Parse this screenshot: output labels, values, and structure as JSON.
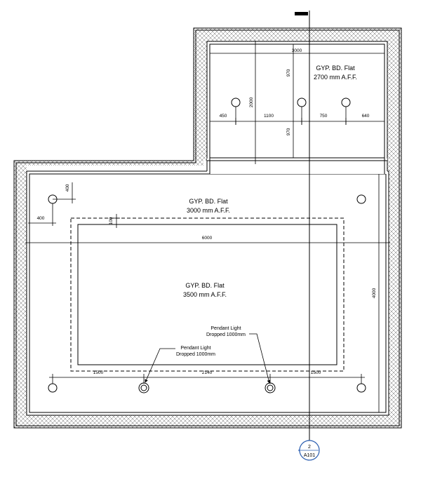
{
  "rooms": {
    "upper": {
      "ceiling": "GYP. BD. Flat",
      "height": "2700 mm  A.F.F."
    },
    "lower": {
      "ceiling": "GYP. BD. Flat",
      "height": "3000 mm  A.F.F."
    },
    "inner": {
      "ceiling": "GYP. BD. Flat",
      "height": "3500 mm  A.F.F."
    }
  },
  "dimensions": {
    "upper_width": "3000",
    "upper_height": "2000",
    "upper_top_offset": "970",
    "upper_bottom_offset": "970",
    "upper_seg_1": "450",
    "upper_seg_2": "1100",
    "upper_seg_3": "750",
    "upper_seg_4": "640",
    "lower_light_y": "400",
    "lower_light_x": "400",
    "drop_offset": "100",
    "lower_width": "6000",
    "lower_height": "4000",
    "bottom_seg_1": "1500",
    "bottom_seg_2": "2140",
    "bottom_seg_3": "1500"
  },
  "notes": {
    "pendant_right_1": "Pendant Light",
    "pendant_right_2": "Dropped 1000mm",
    "pendant_left_1": "Pendant Light",
    "pendant_left_2": "Dropped 1000mm"
  },
  "section_marker": {
    "number": "2",
    "sheet": "A101"
  },
  "colors": {
    "line": "#000000",
    "marker": "#2a5db0",
    "hatch": "#555555"
  }
}
